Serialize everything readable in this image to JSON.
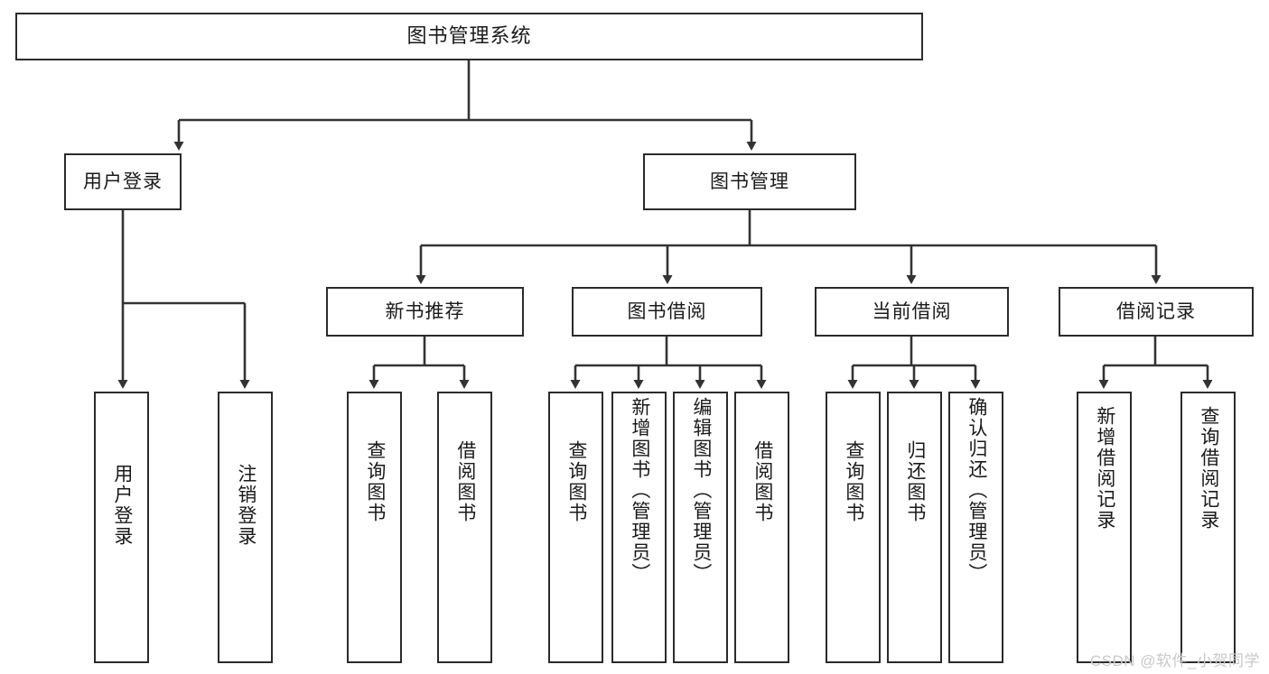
{
  "diagram": {
    "title": "图书管理系统",
    "root": {
      "label": "图书管理系统"
    },
    "level2": [
      {
        "label": "用户登录"
      },
      {
        "label": "图书管理"
      }
    ],
    "level3": [
      {
        "label": "新书推荐"
      },
      {
        "label": "图书借阅"
      },
      {
        "label": "当前借阅"
      },
      {
        "label": "借阅记录"
      }
    ],
    "leaves": [
      {
        "label": "用户登录"
      },
      {
        "label": "注销登录"
      },
      {
        "label": "查询图书"
      },
      {
        "label": "借阅图书"
      },
      {
        "label": "查询图书"
      },
      {
        "label": "新增图书（管理员）"
      },
      {
        "label": "编辑图书（管理员）"
      },
      {
        "label": "借阅图书"
      },
      {
        "label": "查询图书"
      },
      {
        "label": "归还图书"
      },
      {
        "label": "确认归还（管理员）"
      },
      {
        "label": "新增借阅记录"
      },
      {
        "label": "查询借阅记录"
      }
    ],
    "watermark": "CSDN @软件_小贺同学",
    "colors": {
      "box_border": "#2b2b2b",
      "line": "#333333",
      "background": "#ffffff",
      "text": "#1a1a1a",
      "watermark": "#c9c9c9"
    }
  }
}
